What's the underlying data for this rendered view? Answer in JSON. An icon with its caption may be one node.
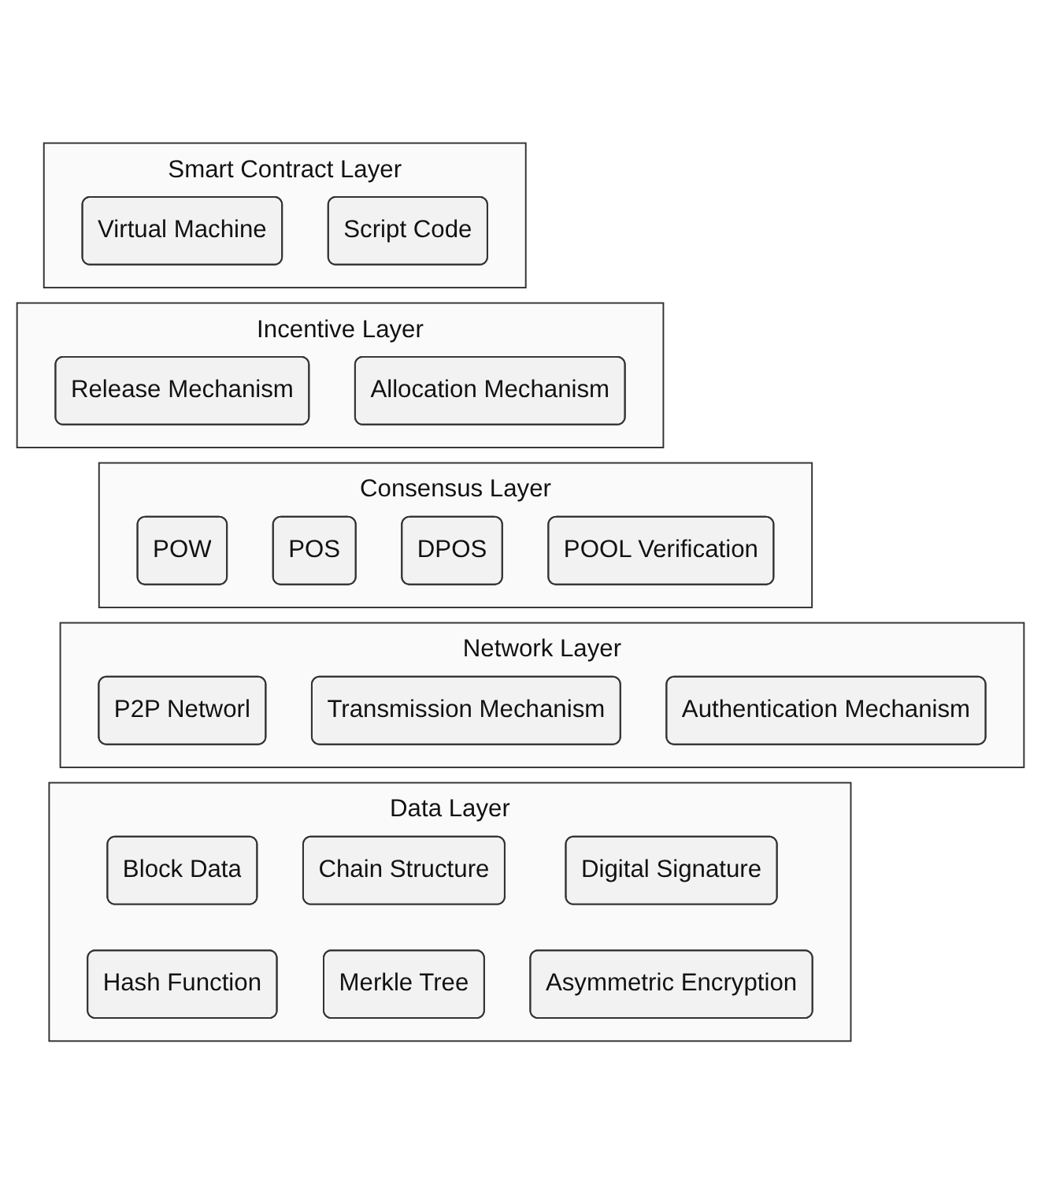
{
  "diagram": {
    "nodes": [
      {
        "text": [
          "Smart Contract Layer"
        ]
      },
      {
        "text": [
          "Virtual Machine"
        ],
        "in": 0
      },
      {
        "text": [
          "Script Code"
        ],
        "in": 0
      },
      {
        "text": [
          "Incentive Layer"
        ]
      },
      {
        "text": [
          "Release Mechanism"
        ],
        "in": 3
      },
      {
        "text": [
          "Allocation Mechanism"
        ],
        "in": 3
      },
      {
        "text": [
          "Consensus Layer"
        ]
      },
      {
        "text": [
          "POW"
        ],
        "in": 6
      },
      {
        "text": [
          "POS"
        ],
        "in": 6
      },
      {
        "text": [
          "DPOS"
        ],
        "in": 6
      },
      {
        "text": [
          "POOL Verification"
        ],
        "in": 6
      },
      {
        "text": [
          "Network Layer"
        ]
      },
      {
        "text": [
          "P2P Networl"
        ],
        "in": 11
      },
      {
        "text": [
          "Transmission Mechanism"
        ],
        "in": 11
      },
      {
        "text": [
          "Authentication Mechanism"
        ],
        "in": 11
      },
      {
        "text": [
          "Data Layer"
        ]
      },
      {
        "text": [
          "Block Data"
        ],
        "in": 15
      },
      {
        "text": [
          "Chain Structure"
        ],
        "in": 15
      },
      {
        "text": [
          "Digital Signature"
        ],
        "in": 15
      },
      {
        "text": [
          "Hash Function"
        ],
        "in": 15
      },
      {
        "text": [
          "Merkle Tree"
        ],
        "in": 15
      },
      {
        "text": [
          "Asymmetric Encryption"
        ],
        "in": 15
      }
    ]
  }
}
